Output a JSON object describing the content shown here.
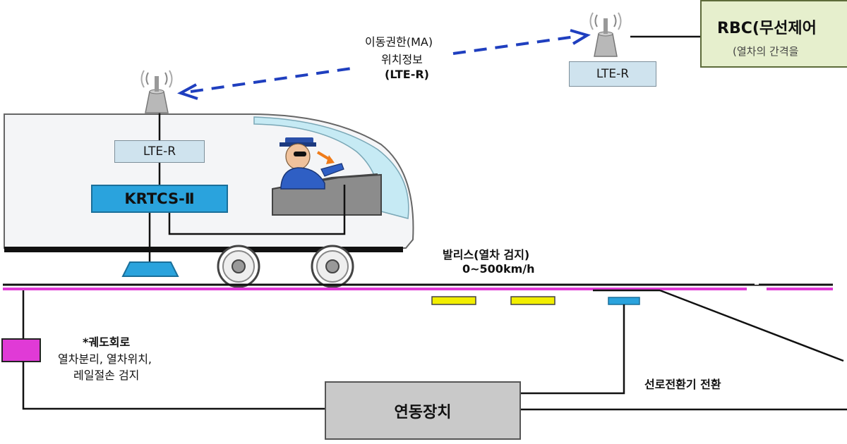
{
  "labels": {
    "ma_line1": "이동권한(MA)",
    "ma_line2": "위치정보",
    "ma_line3": "(LTE-R)",
    "lte_ground": "LTE-R",
    "lte_train": "LTE-R",
    "krtcs": "KRTCS-Ⅱ",
    "rbc_title": "RBC(무선제어",
    "rbc_sub": "(열차의 간격을",
    "balise_line1": "발리스(열차 검지)",
    "balise_line2": "0~500km/h",
    "track_circuit_title": "*궤도회로",
    "track_circuit_line1": "열차분리, 열차위치,",
    "track_circuit_line2": "레일절손 검지",
    "switch_label": "선로전환기 전환",
    "interlocking": "연동장치"
  },
  "colors": {
    "rail_magenta": "#e03ad6",
    "balise_yellow": "#f2ee00",
    "link_blue": "#1f3fbf",
    "train_body": "#f4f5f7",
    "lte_fill": "#cfe3ee",
    "krtcs_fill": "#2aa3dd",
    "rbc_fill": "#e6efcd",
    "interlock_fill": "#c9c9c9"
  },
  "icons": [
    "antenna-icon",
    "driver-icon",
    "wheel-icon",
    "balise-icon",
    "antenna-reader-icon"
  ]
}
